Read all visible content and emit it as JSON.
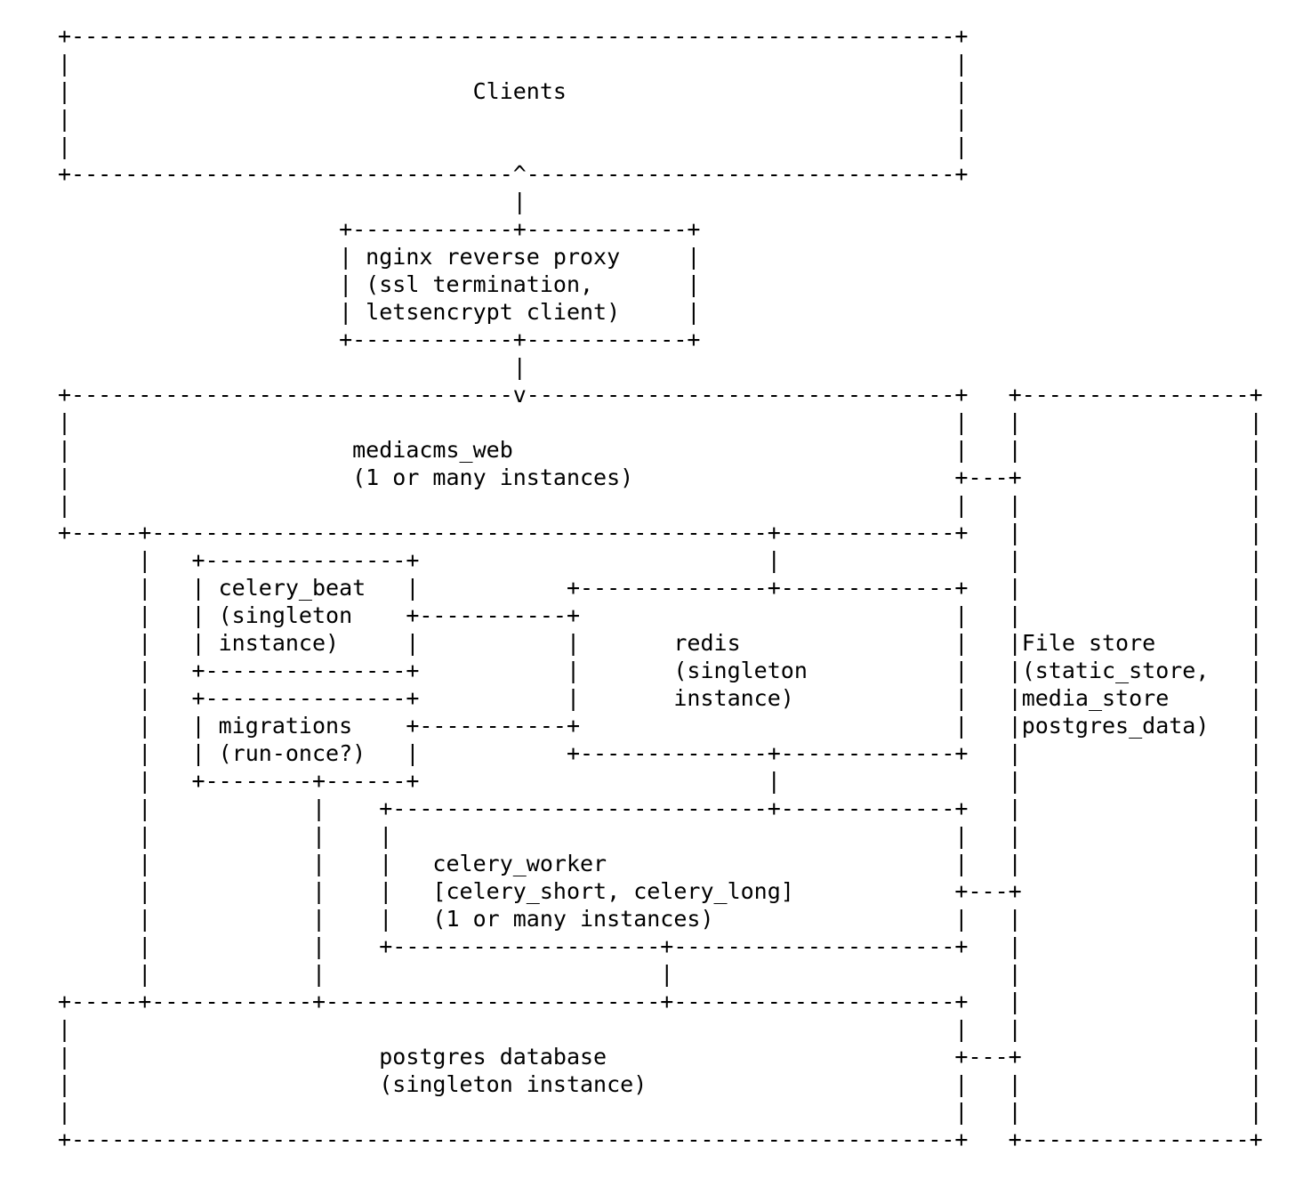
{
  "page": {
    "background": "#ffffff",
    "text_color": "#000000"
  },
  "diagram": {
    "type": "ascii-architecture",
    "lines": [
      "+------------------------------------------------------------------+",
      "|                                                                  |",
      "|                              Clients                             |",
      "|                                                                  |",
      "|                                                                  |",
      "+---------------------------------^--------------------------------+",
      "                                  |",
      "                     +------------+------------+",
      "                     | nginx reverse proxy     |",
      "                     | (ssl termination,       |",
      "                     | letsencrypt client)     |",
      "                     +------------+------------+",
      "                                  |",
      "+---------------------------------v--------------------------------+   +-----------------+",
      "|                                                                  |   |                 |",
      "|                     mediacms_web                                 |   |                 |",
      "|                     (1 or many instances)                        +---+                 |",
      "|                                                                  |   |                 |",
      "+-----+----------------------------------------------+-------------+   |                 |",
      "      |   +---------------+                          |                 |                 |",
      "      |   | celery_beat   |           +--------------+-------------+   |                 |",
      "      |   | (singleton    +-----------+                            |   |                 |",
      "      |   | instance)     |           |       redis                |   |File store       |",
      "      |   +---------------+           |       (singleton           |   |(static_store,   |",
      "      |   +---------------+           |       instance)            |   |media_store      |",
      "      |   | migrations    +-----------+                            |   |postgres_data)   |",
      "      |   | (run-once?)   |           +--------------+-------------+   |                 |",
      "      |   +--------+------+                          |                 |                 |",
      "      |            |    +----------------------------+-------------+   |                 |",
      "      |            |    |                                          |   |                 |",
      "      |            |    |   celery_worker                          |   |                 |",
      "      |            |    |   [celery_short, celery_long]            +---+                 |",
      "      |            |    |   (1 or many instances)                  |   |                 |",
      "      |            |    +--------------------+---------------------+   |                 |",
      "      |            |                         |                         |                 |",
      "+-----+------------+-------------------------+---------------------+   |                 |",
      "|                                                                  |   |                 |",
      "|                       postgres database                          +---+                 |",
      "|                       (singleton instance)                       |   |                 |",
      "|                                                                  |   |                 |",
      "+------------------------------------------------------------------+   +-----------------+"
    ],
    "components": [
      {
        "id": "clients",
        "label_lines": [
          "Clients"
        ]
      },
      {
        "id": "nginx_reverse_proxy",
        "label_lines": [
          "nginx reverse proxy",
          "(ssl termination,",
          "letsencrypt client)"
        ]
      },
      {
        "id": "mediacms_web",
        "label_lines": [
          "mediacms_web",
          "(1 or many instances)"
        ]
      },
      {
        "id": "celery_beat",
        "label_lines": [
          "celery_beat",
          "(singleton",
          "instance)"
        ]
      },
      {
        "id": "redis",
        "label_lines": [
          "redis",
          "(singleton",
          "instance)"
        ]
      },
      {
        "id": "migrations",
        "label_lines": [
          "migrations",
          "(run-once?)"
        ]
      },
      {
        "id": "celery_worker",
        "label_lines": [
          "celery_worker",
          "[celery_short, celery_long]",
          "(1 or many instances)"
        ]
      },
      {
        "id": "postgres_database",
        "label_lines": [
          "postgres database",
          "(singleton instance)"
        ]
      },
      {
        "id": "file_store",
        "label_lines": [
          "File store",
          "(static_store,",
          "media_store",
          "postgres_data)"
        ]
      }
    ],
    "connections": [
      [
        "nginx_reverse_proxy",
        "clients"
      ],
      [
        "nginx_reverse_proxy",
        "mediacms_web"
      ],
      [
        "mediacms_web",
        "file_store"
      ],
      [
        "mediacms_web",
        "redis"
      ],
      [
        "mediacms_web",
        "postgres_database"
      ],
      [
        "celery_beat",
        "redis"
      ],
      [
        "migrations",
        "redis"
      ],
      [
        "redis",
        "celery_worker"
      ],
      [
        "migrations",
        "postgres_database"
      ],
      [
        "celery_worker",
        "postgres_database"
      ],
      [
        "celery_worker",
        "file_store"
      ],
      [
        "postgres_database",
        "file_store"
      ]
    ]
  }
}
